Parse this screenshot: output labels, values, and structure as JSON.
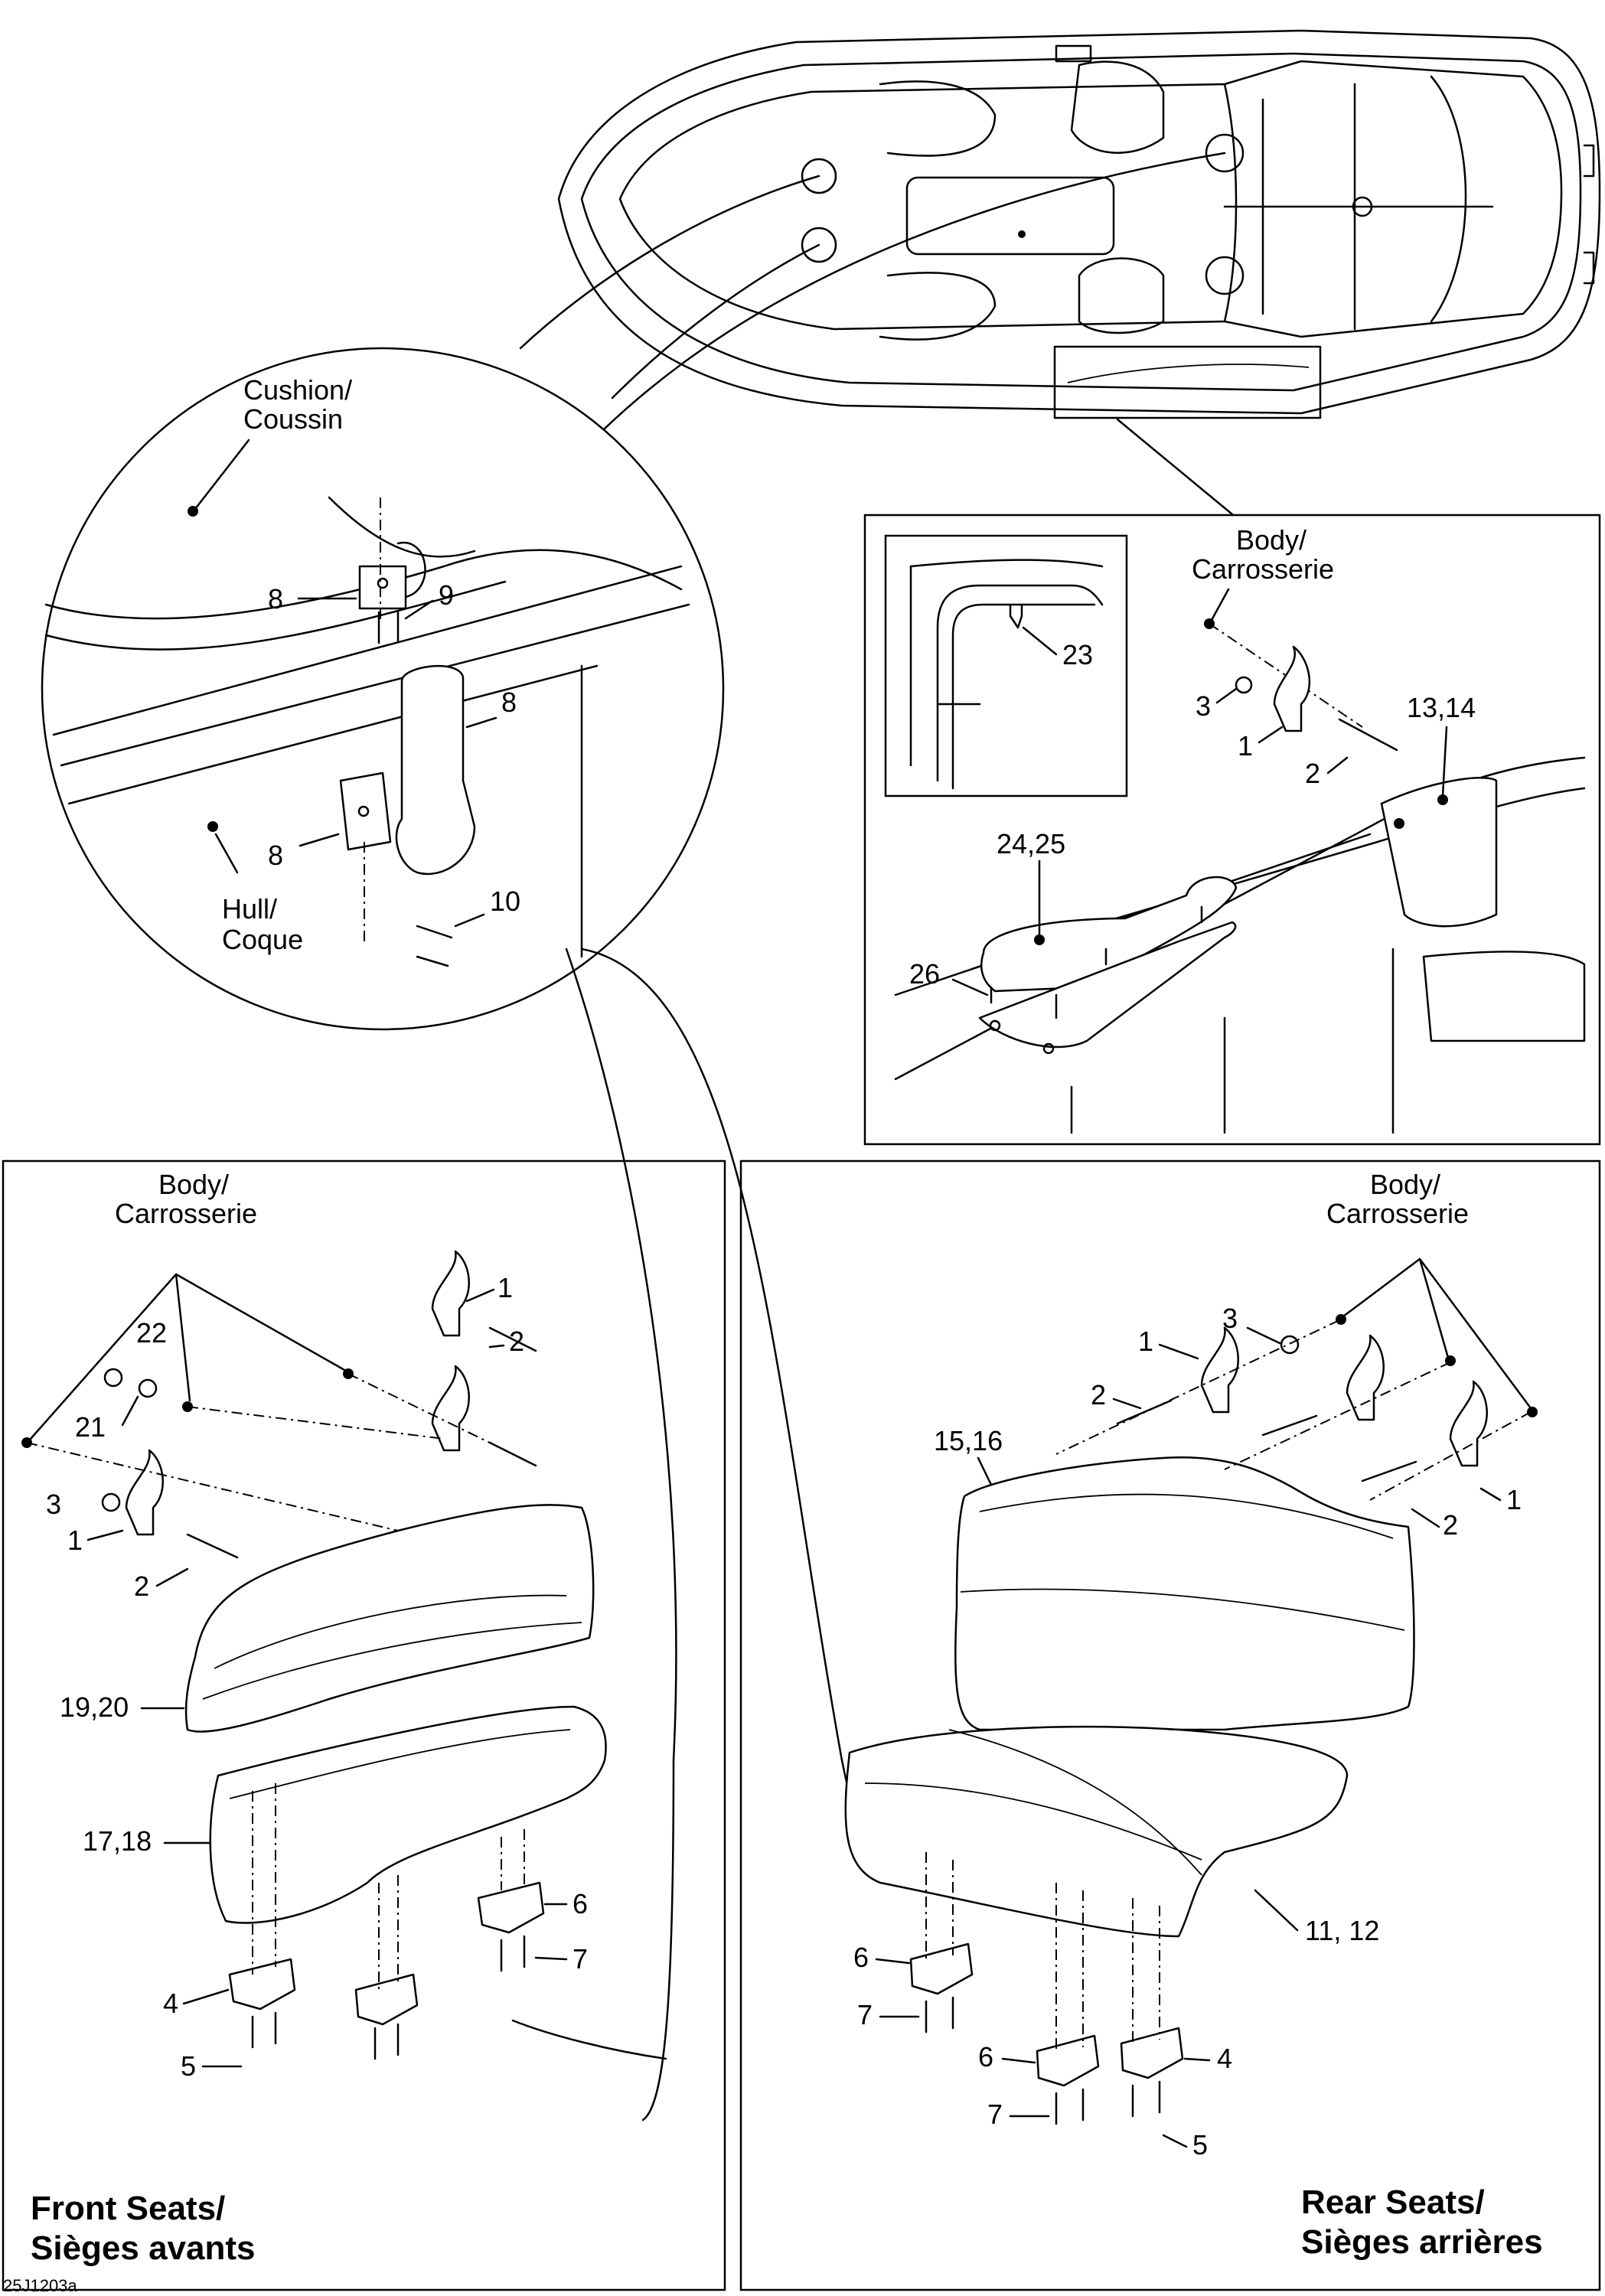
{
  "labels": {
    "cushion": "Cushion/",
    "cushion_fr": "Coussin",
    "hull": "Hull/",
    "hull_fr": "Coque",
    "body": "Body/",
    "body_fr": "Carrosserie",
    "front_title_1": "Front Seats/",
    "front_title_2": "Sièges avants",
    "rear_title_1": "Rear Seats/",
    "rear_title_2": "Sièges arrières",
    "figure_code": "25J1203a"
  },
  "callouts": {
    "c1": "1",
    "c2": "2",
    "c3": "3",
    "c4": "4",
    "c5": "5",
    "c6": "6",
    "c7": "7",
    "c8": "8",
    "c9": "9",
    "c10": "10",
    "c11_12": "11, 12",
    "c13_14": "13,14",
    "c15_16": "15,16",
    "c17_18": "17,18",
    "c19_20": "19,20",
    "c21": "21",
    "c22": "22",
    "c23": "23",
    "c24_25": "24,25",
    "c26": "26"
  }
}
